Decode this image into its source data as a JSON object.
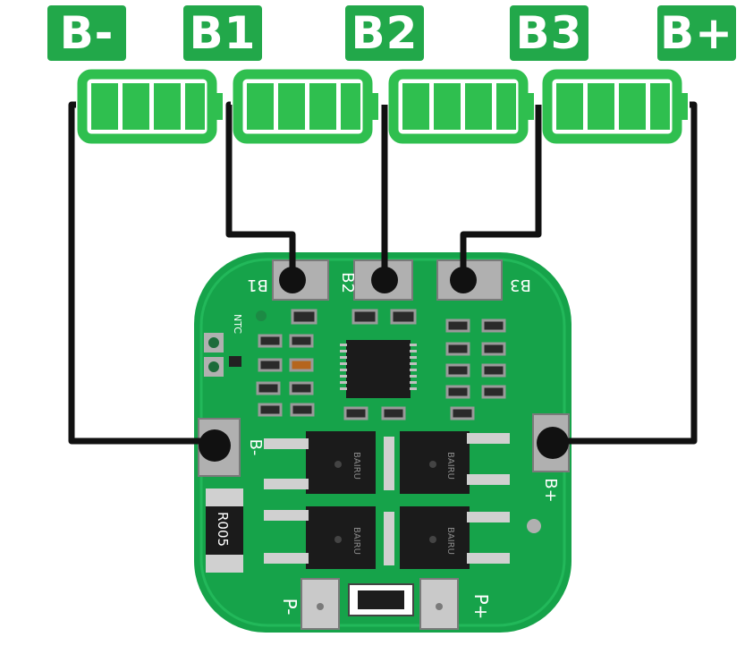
{
  "terminal_tags": [
    "B-",
    "B1",
    "B2",
    "B3",
    "B+"
  ],
  "board": {
    "pad_labels": {
      "b1": "B1",
      "b2": "B2",
      "b3": "B3",
      "b_minus": "B-",
      "b_plus": "B+",
      "p_minus": "P-",
      "p_plus": "P+",
      "ntc": "NTC"
    },
    "shunt_resistor_marking": "R005",
    "mosfet_marking": "BAIRU"
  },
  "colors": {
    "tag_green": "#22a84a",
    "battery_green": "#2fbf4f",
    "pcb_green": "#16a34a",
    "wire": "#111111",
    "pad_silver": "#c9c9c9"
  }
}
